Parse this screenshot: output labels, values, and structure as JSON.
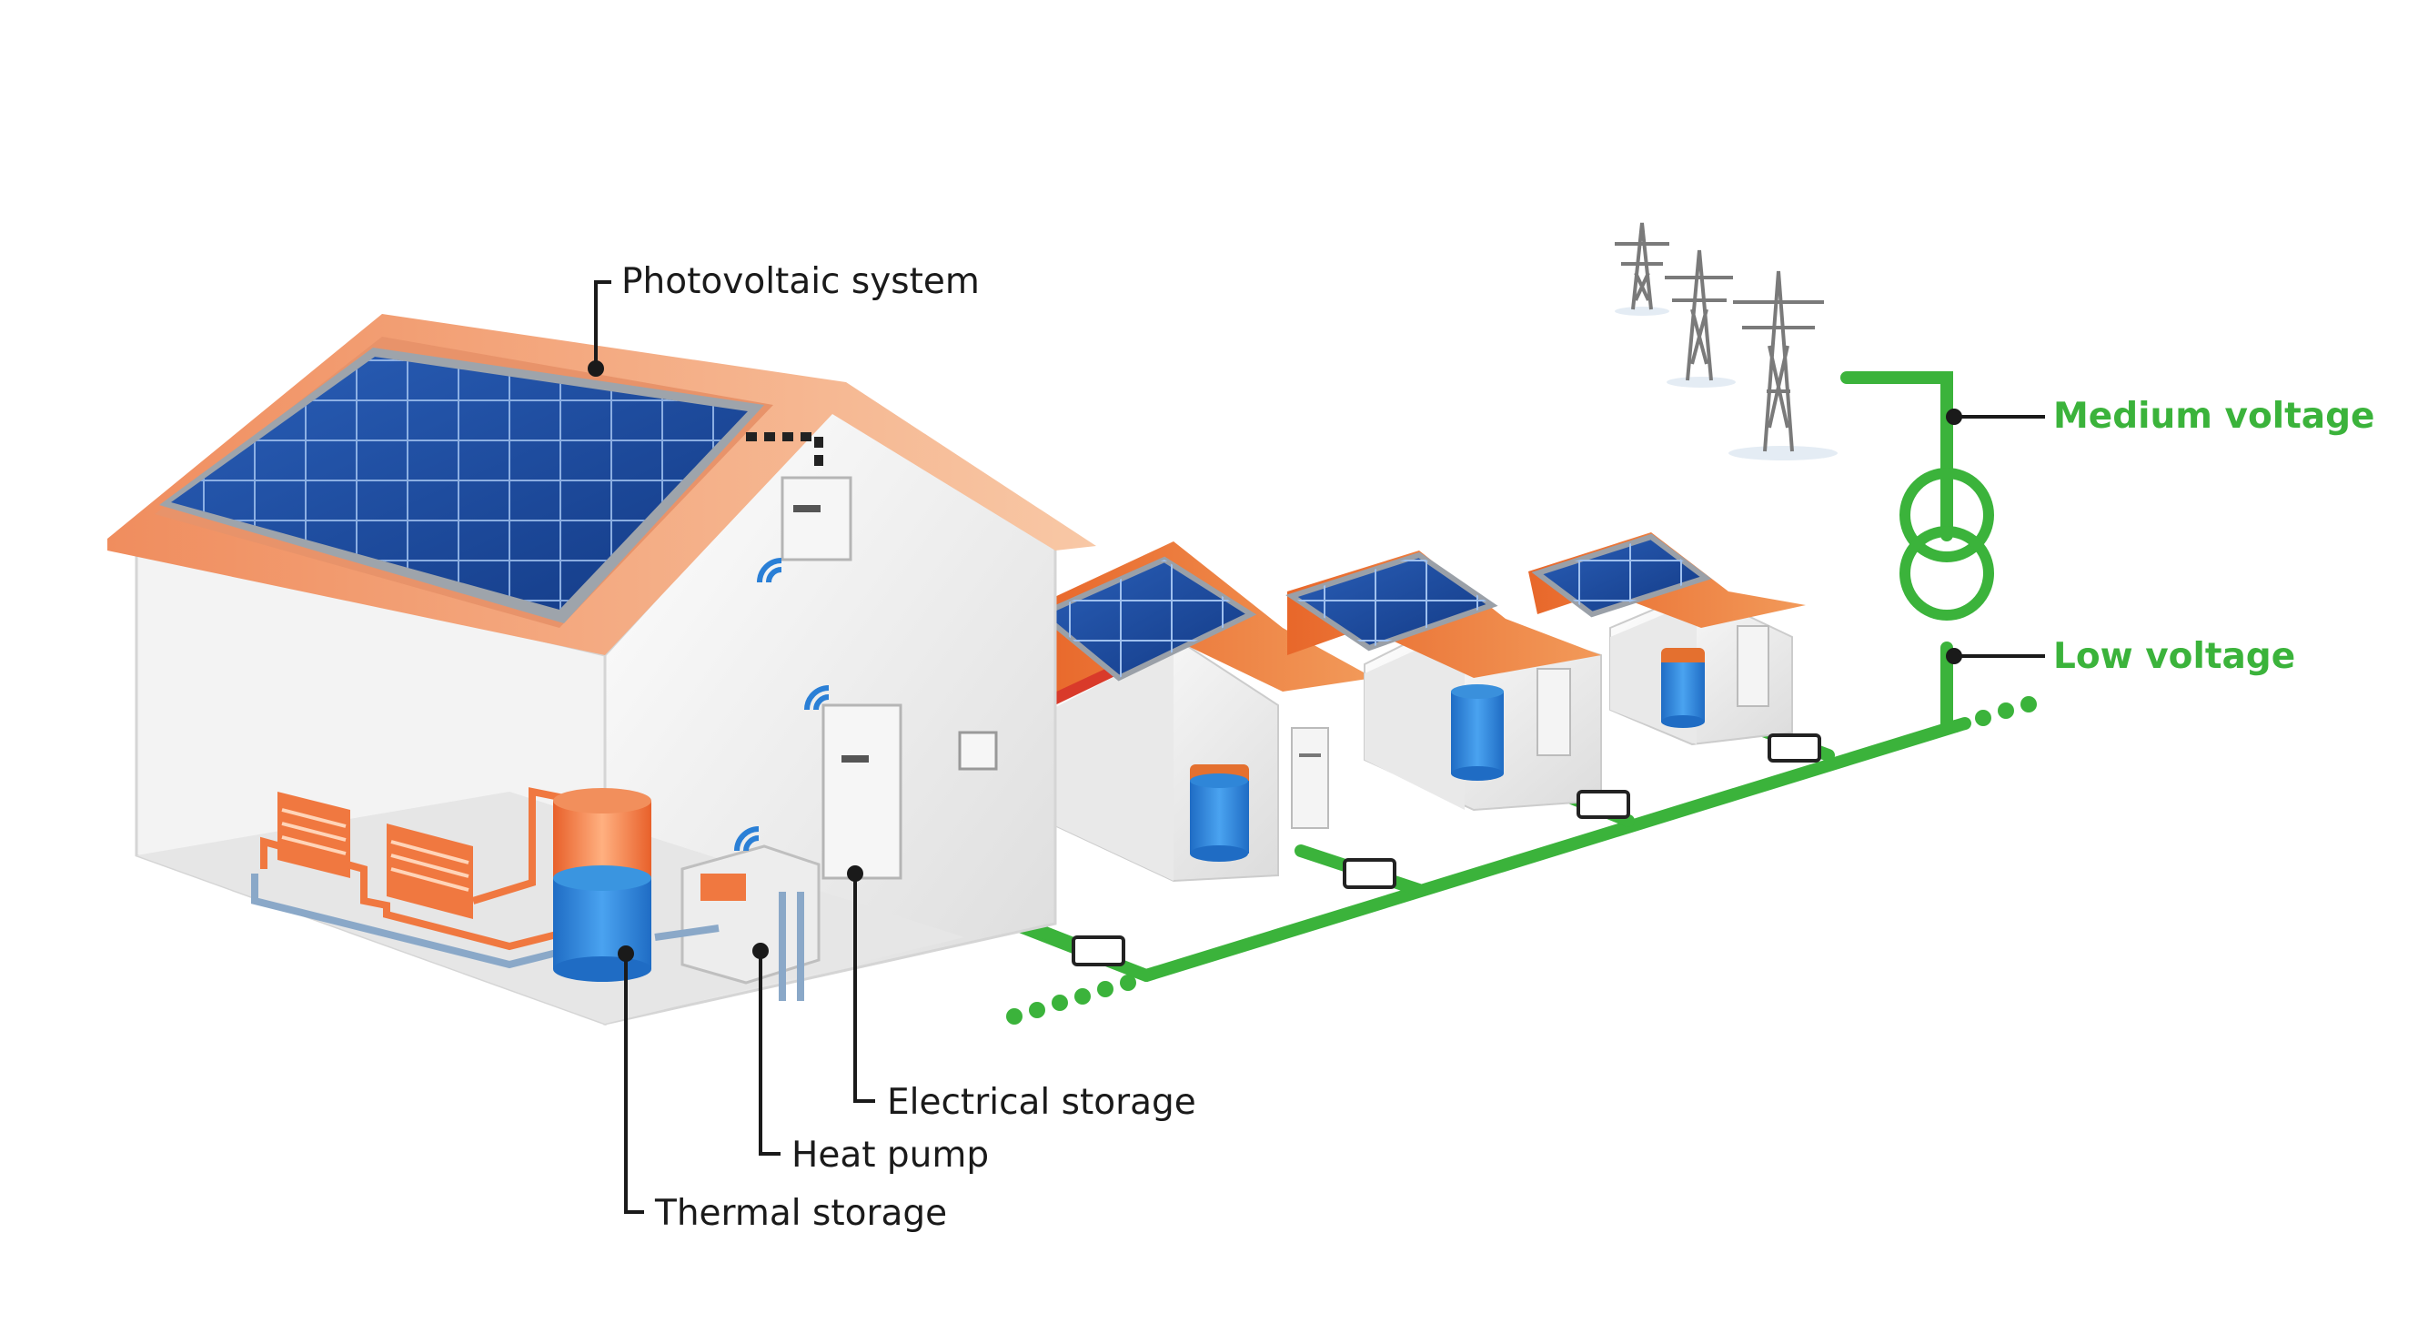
{
  "labels": {
    "photovoltaic": "Photovoltaic system",
    "electrical_storage": "Electrical storage",
    "heat_pump": "Heat pump",
    "thermal_storage": "Thermal storage",
    "medium_voltage": "Medium voltage",
    "low_voltage": "Low voltage"
  },
  "colors": {
    "grid_line": "#3bb33b",
    "roof": "#f2a47a",
    "panel": "#1d4fa3",
    "tank_water": "#2a7fd6",
    "tank_hot": "#f07840",
    "wall": "#f1f1f1"
  }
}
